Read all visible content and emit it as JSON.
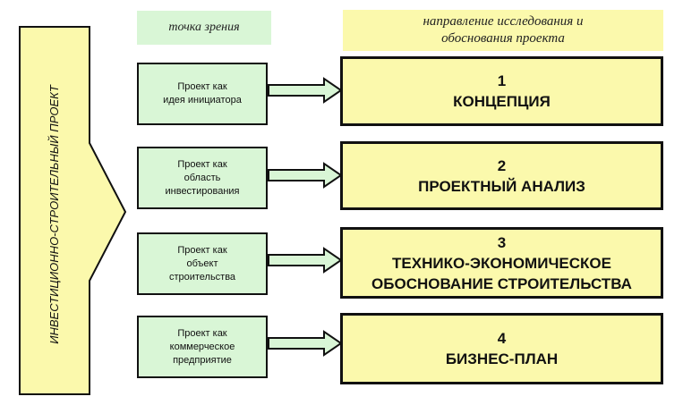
{
  "colors": {
    "green_fill": "#d9f6d6",
    "yellow_fill": "#fbf9ac",
    "outline": "#111111"
  },
  "left_label": "ИНВЕСТИЦИОННО-СТРОИТЕЛЬНЫЙ  ПРОЕКТ",
  "headers": {
    "viewpoint": "точка зрения",
    "direction": "направление исследования и\nобоснования проекта"
  },
  "rows": [
    {
      "viewpoint": "Проект как\nидея инициатора",
      "number": "1",
      "stage": "КОНЦЕПЦИЯ"
    },
    {
      "viewpoint": "Проект как\nобласть\nинвестирования",
      "number": "2",
      "stage": "ПРОЕКТНЫЙ АНАЛИЗ"
    },
    {
      "viewpoint": "Проект как\nобъект\nстроительства",
      "number": "3",
      "stage": "ТЕХНИКО-ЭКОНОМИЧЕСКОЕ\nОБОСНОВАНИЕ СТРОИТЕЛЬСТВА"
    },
    {
      "viewpoint": "Проект как\nкоммерческое\nпредприятие",
      "number": "4",
      "stage": "БИЗНЕС-ПЛАН"
    }
  ]
}
